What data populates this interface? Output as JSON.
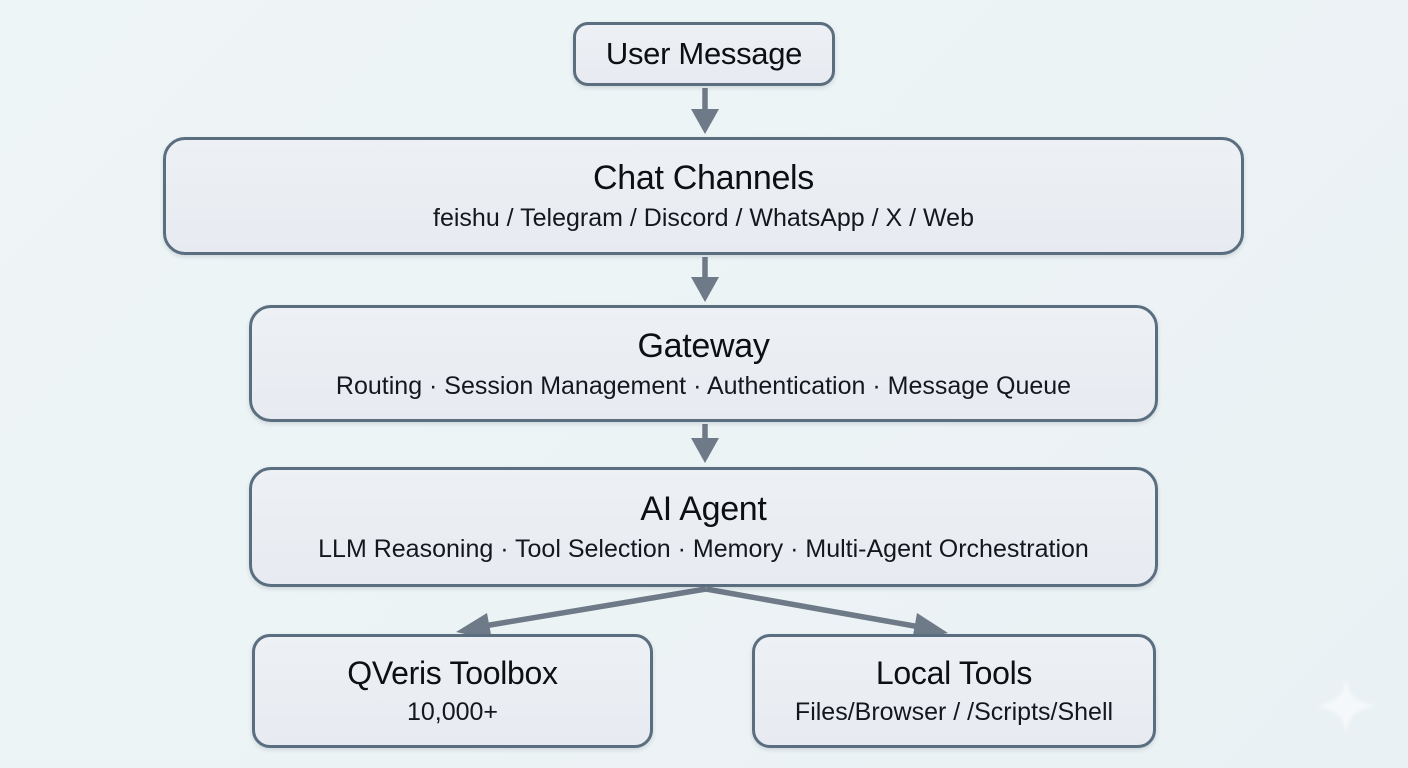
{
  "diagram": {
    "title": "Chat agent architecture flowchart",
    "nodes": [
      {
        "id": "user-message",
        "title": "User Message",
        "subtitle": ""
      },
      {
        "id": "chat-channels",
        "title": "Chat Channels",
        "subtitle": "feishu / Telegram / Discord / WhatsApp / X / Web"
      },
      {
        "id": "gateway",
        "title": "Gateway",
        "subtitle": "Routing · Session Management · Authentication · Message Queue"
      },
      {
        "id": "ai-agent",
        "title": "AI Agent",
        "subtitle": "LLM Reasoning · Tool Selection · Memory · Multi-Agent Orchestration"
      },
      {
        "id": "qveris-toolbox",
        "title": "QVeris Toolbox",
        "subtitle": "10,000+"
      },
      {
        "id": "local-tools",
        "title": "Local Tools",
        "subtitle": "Files/Browser / /Scripts/Shell"
      }
    ],
    "edges": [
      {
        "from": "user-message",
        "to": "chat-channels"
      },
      {
        "from": "chat-channels",
        "to": "gateway"
      },
      {
        "from": "gateway",
        "to": "ai-agent"
      },
      {
        "from": "ai-agent",
        "to": "qveris-toolbox"
      },
      {
        "from": "ai-agent",
        "to": "local-tools"
      }
    ],
    "colors": {
      "background": "#edf4f6",
      "node_fill": "#e9edf2",
      "node_border": "#5b6e80",
      "arrow": "#6e7a87",
      "text": "#0c0f13"
    }
  }
}
